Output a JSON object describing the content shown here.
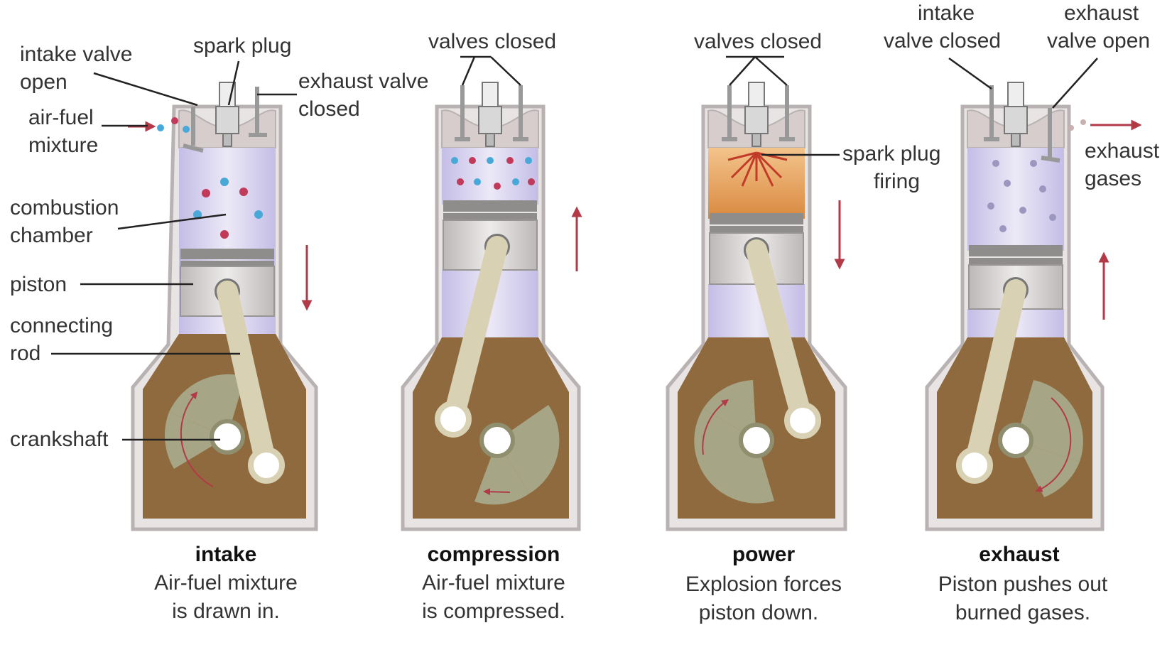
{
  "labels": {
    "intake_valve_open": [
      "intake valve",
      "open"
    ],
    "spark_plug": "spark plug",
    "exhaust_valve_closed": [
      "exhaust valve",
      "closed"
    ],
    "air_fuel_mixture": [
      "air-fuel",
      "mixture"
    ],
    "combustion_chamber": [
      "combustion",
      "chamber"
    ],
    "piston": "piston",
    "connecting_rod": [
      "connecting",
      "rod"
    ],
    "crankshaft": "crankshaft",
    "valves_closed_2": "valves closed",
    "valves_closed_3": "valves closed",
    "spark_plug_firing": [
      "spark plug",
      "firing"
    ],
    "intake_valve_closed": [
      "intake",
      "valve closed"
    ],
    "exhaust_valve_open": [
      "exhaust",
      "valve open"
    ],
    "exhaust_gases": [
      "exhaust",
      "gases"
    ]
  },
  "strokes": [
    {
      "title": "intake",
      "caption": [
        "Air-fuel mixture",
        "is drawn in."
      ]
    },
    {
      "title": "compression",
      "caption": [
        "Air-fuel mixture",
        "is compressed."
      ]
    },
    {
      "title": "power",
      "caption": [
        "Explosion forces",
        "piston down."
      ]
    },
    {
      "title": "exhaust",
      "caption": [
        "Piston pushes out",
        "burned gases."
      ]
    }
  ],
  "colors": {
    "casing": "#e9e4e4",
    "casing_edge": "#b9b2b2",
    "crankcase": "#8f6a3e",
    "chamber_fresh": "#d8d2ee",
    "chamber_fire": "#e5a25c",
    "rod": "#d9d1b4",
    "crank_disc": "#a6a585",
    "piston": "#d6d2d2",
    "motion_arrow": "#b23a48",
    "particle_blue": "#48a8d8",
    "particle_red": "#c23a5a",
    "particle_grey": "#9c97bf"
  }
}
